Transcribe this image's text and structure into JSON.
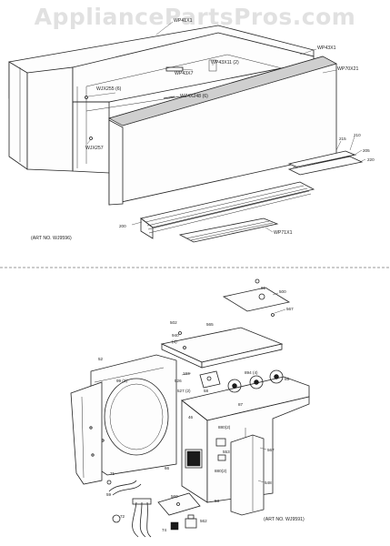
{
  "watermark": {
    "text": "AppliancePartsPros.com"
  },
  "upper_view": {
    "art_no": "(ART NO. WJ9596)",
    "callouts": {
      "wp41x1": "WP41X1",
      "wp43x1": "WP43X1",
      "wp70x21": "WP70X21",
      "wp43x7": "WP43X7",
      "wp43x11": "WP43X11 (2)",
      "wjx255": "WJX255 (6)",
      "wz4x248": "WZ4X248 (6)",
      "wjx257": "WJX257",
      "n215": "215",
      "n210": "210",
      "n205": "205",
      "n220": "220",
      "n200": "200",
      "wp71x1": "WP71X1"
    }
  },
  "lower_view": {
    "art_no": "(ART NO. WJ9591)",
    "callouts": {
      "n61": "61",
      "n500": "500",
      "n567a": "567",
      "n502": "502",
      "n565": "565",
      "n940": "940",
      "n41": "(4)",
      "n52": "52",
      "n99": "99 (3)",
      "n163": "163",
      "n526": "526",
      "n527": "527 (2)",
      "n58": "58",
      "n894": "894 (4)",
      "n85": "85",
      "n87": "87",
      "n46": "46",
      "n880": "880(2)",
      "n553": "553",
      "n567b": "567",
      "n880b": "880(2)",
      "n66": "66",
      "n71": "71",
      "n59": "59",
      "n72": "72",
      "n560": "560",
      "n53": "53",
      "n548": "548",
      "n74": "74",
      "n562": "562"
    }
  }
}
